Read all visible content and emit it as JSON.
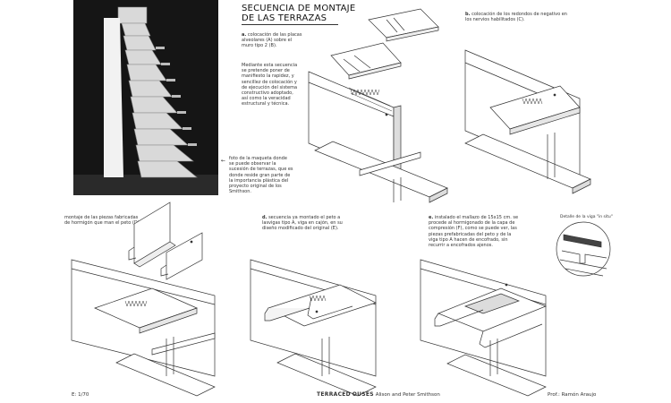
{
  "title": {
    "line1": "SECUENCIA DE MONTAJE",
    "line2": "DE LAS TERRAZAS"
  },
  "captions": {
    "a": {
      "letter": "a.",
      "text": "colocación de las placas alveolares (A) sobre el muro tipo 2 (B)."
    },
    "intro": "Mediante esta secuencia se pretende poner de manifiesto la rapidez, y sencillez de colocación y de ejecución del sistema constructivo adoptado, así como la veracidad estructural y técnica.",
    "photo_note": "foto de la maqueta donde se puede observar la sucesión de terrazas, que es donde reside gran parte de la importancia plástica del proyecto original de los Smithson.",
    "b": {
      "letter": "b.",
      "text": "colocación de los redondos de negativo en los nervios habilitados (C)."
    },
    "c": {
      "text": "montaje de las piezas fabricadas de hormigón que man el peto (D)."
    },
    "d": {
      "letter": "d.",
      "text": "secuencia ya montado el peto a lasvigas tipo A, viga en cajón, en su diseño modificado del original (E)."
    },
    "e": {
      "letter": "e.",
      "text": "instalado el mallazo de 15x15 cm. se procede al hormigonado de la capa de compresión (F), como se puede ver, las piezas prefabricadas del peto y de la viga tipo A hacen de encofrado, sin recurrir a encofrados ajenos."
    },
    "detail": "Detalle de la viga \"in situ\""
  },
  "footer": {
    "page": "E: 1/70",
    "logo_a": "TERRACED",
    "logo_b": "OUSES",
    "authors": "Alison and Peter Smithson",
    "prof": "Prof.: Ramón Araujo"
  },
  "marks": {
    "bullet": "●",
    "arrow": "←"
  }
}
